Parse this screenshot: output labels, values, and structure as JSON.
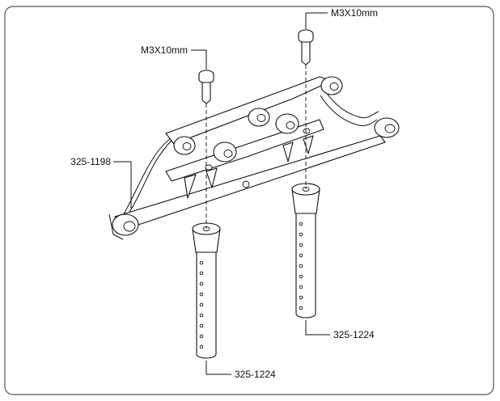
{
  "labels": {
    "screw_right": "M3X10mm",
    "screw_left": "M3X10mm",
    "bracket": "325-1198",
    "post_right": "325-1224",
    "post_left": "325-1224"
  },
  "colors": {
    "line": "#111111",
    "frame": "#555555",
    "background": "#ffffff"
  }
}
